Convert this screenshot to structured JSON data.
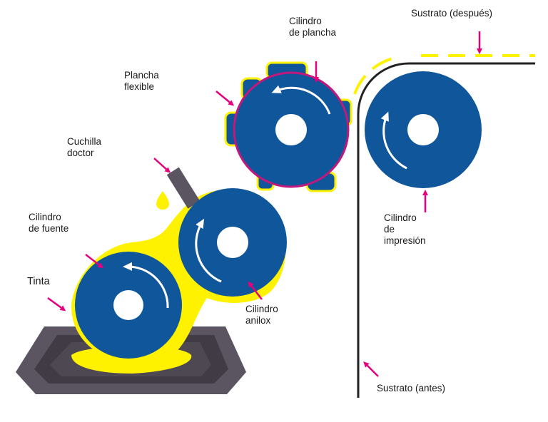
{
  "labels": {
    "plate_cylinder": "Cilindro\nde plancha",
    "substrate_after": "Sustrato (después)",
    "flexible_plate": "Plancha\nflexible",
    "doctor_blade": "Cuchilla\ndoctor",
    "fountain_roller": "Cilindro\nde fuente",
    "ink": "Tinta",
    "anilox_roller": "Cilindro\nanilox",
    "impression_cylinder": "Cilindro\nde\nimpresión",
    "substrate_before": "Sustrato (antes)"
  },
  "colors": {
    "roller_blue": "#10569a",
    "ink_yellow": "#fff200",
    "arrow_magenta": "#e5007e",
    "tray_gray": "#5a5560",
    "tray_dark": "#403b45",
    "substrate_line": "#222222"
  }
}
